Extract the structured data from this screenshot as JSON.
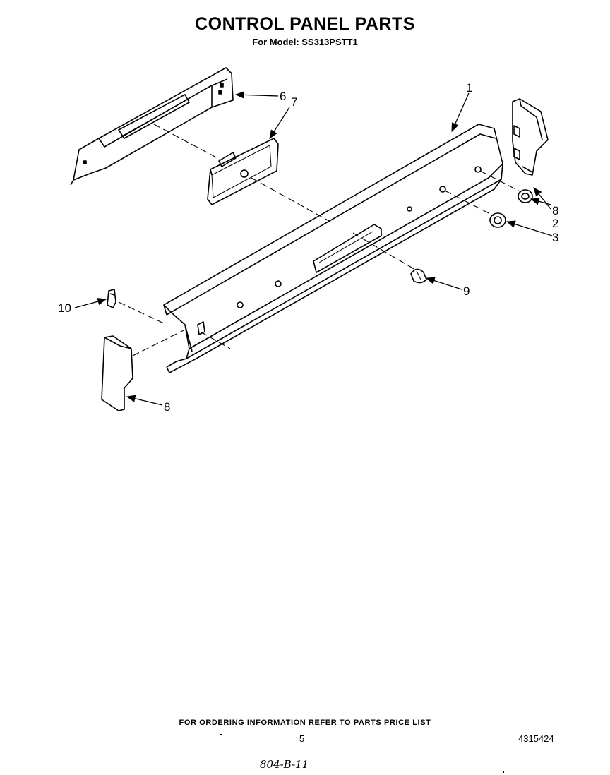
{
  "header": {
    "title": "CONTROL PANEL PARTS",
    "subtitle": "For Model: SS313PSTT1"
  },
  "callouts": [
    "1",
    "2",
    "3",
    "6",
    "7",
    "8",
    "8",
    "9",
    "10"
  ],
  "footer": {
    "note": "FOR ORDERING INFORMATION REFER TO PARTS PRICE LIST",
    "page_number": "5",
    "document_number": "4315424",
    "handwritten_note": "804-B-11"
  }
}
